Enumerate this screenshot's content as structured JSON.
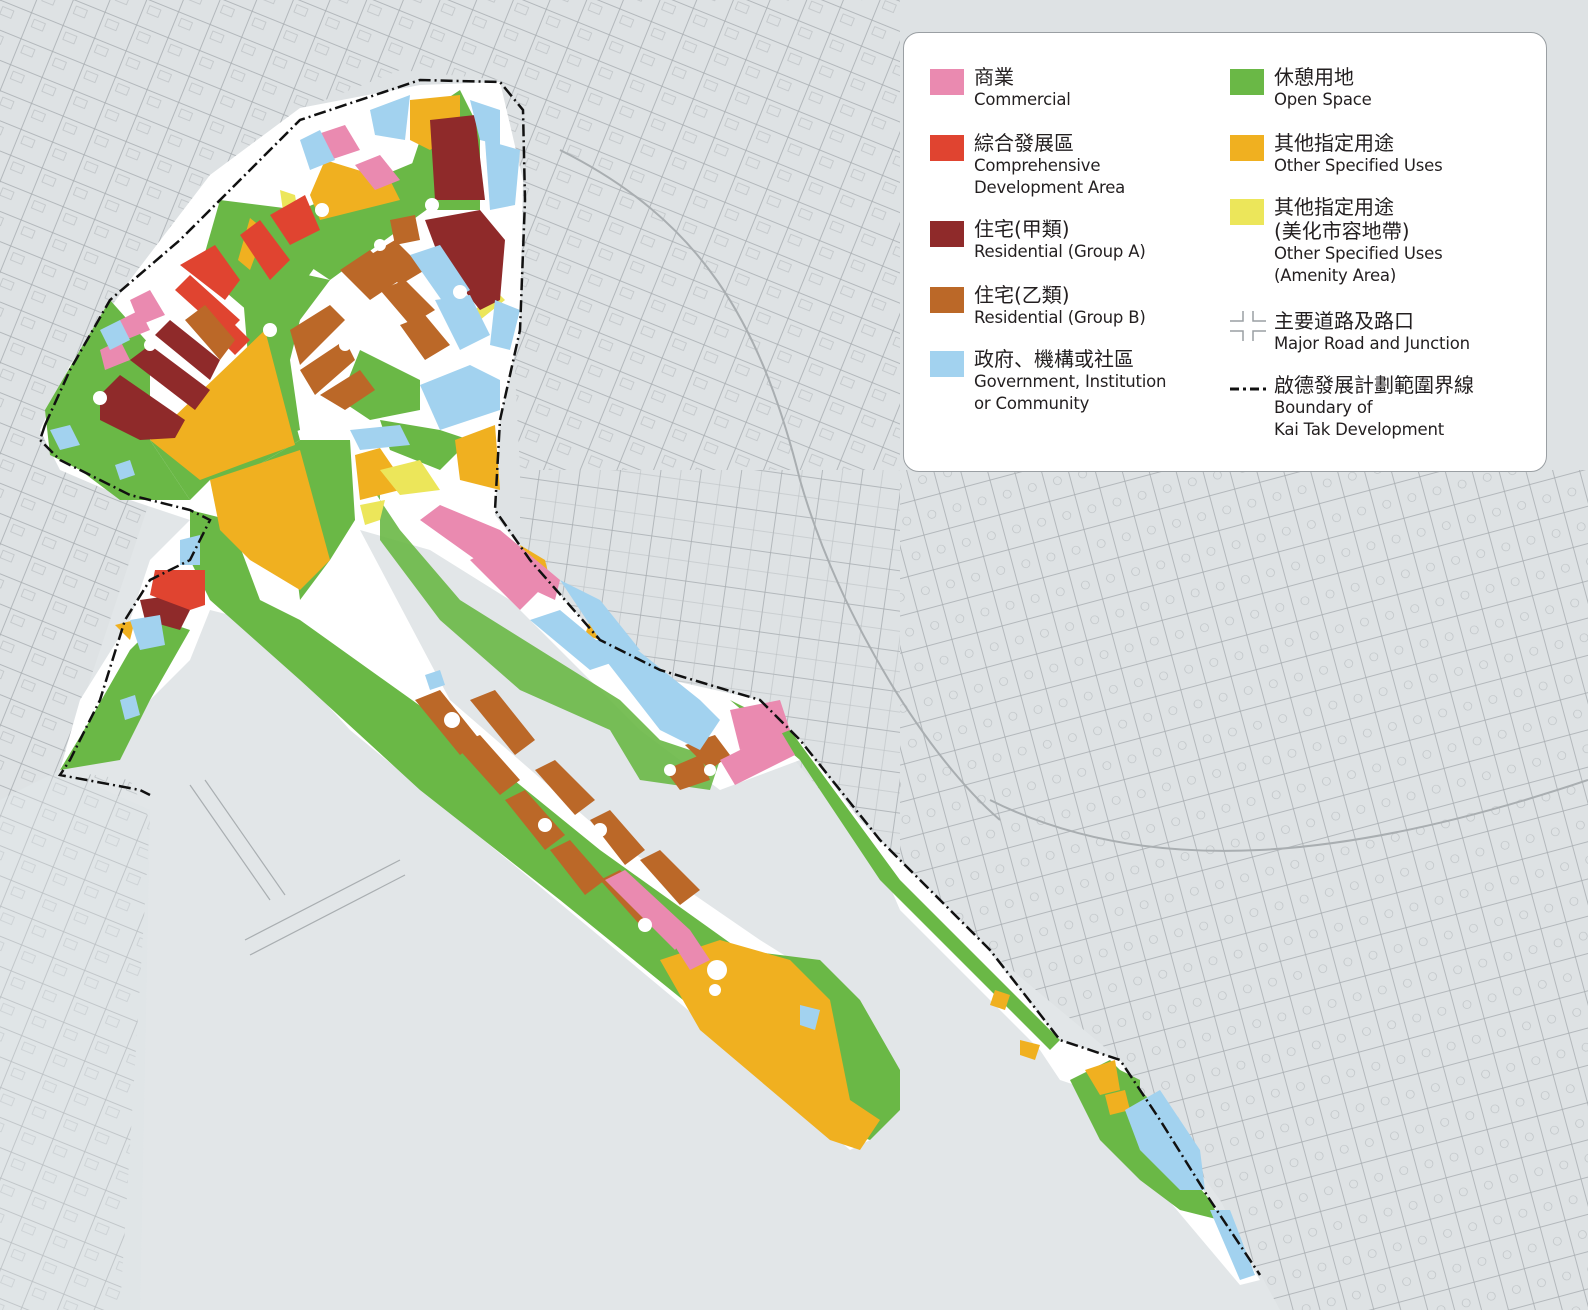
{
  "colors": {
    "commercial": "#ea8ab0",
    "cda": "#e04430",
    "res_a": "#8f2a2a",
    "res_b": "#bb6828",
    "gic": "#a2d2ef",
    "open_space": "#6ab846",
    "osu": "#f0b020",
    "amenity": "#ece65a",
    "road": "#ffffff",
    "sea": "#e2e6e8",
    "land_lines": "#a9aeb1"
  },
  "legend": {
    "items": [
      {
        "zh": "商業",
        "en": "Commercial"
      },
      {
        "zh": "綜合發展區",
        "en": "Comprehensive\nDevelopment Area"
      },
      {
        "zh": "住宅(甲類)",
        "en": "Residential (Group A)"
      },
      {
        "zh": "住宅(乙類)",
        "en": "Residential (Group B)"
      },
      {
        "zh": "政府、機構或社區",
        "en": "Government, Institution\nor Community"
      },
      {
        "zh": "休憩用地",
        "en": "Open Space"
      },
      {
        "zh": "其他指定用途",
        "en": "Other Specified Uses"
      },
      {
        "zh": "其他指定用途\n(美化市容地帶)",
        "en": "Other Specified Uses\n(Amenity Area)"
      },
      {
        "zh": "主要道路及路口",
        "en": "Major Road and Junction"
      },
      {
        "zh": "啟德發展計劃範圍界線",
        "en": "Boundary of\nKai Tak Development"
      }
    ],
    "swatch_icons": [
      "",
      "",
      "",
      "",
      "",
      "",
      "",
      "",
      "road-junction-icon",
      "boundary-line-icon"
    ]
  }
}
